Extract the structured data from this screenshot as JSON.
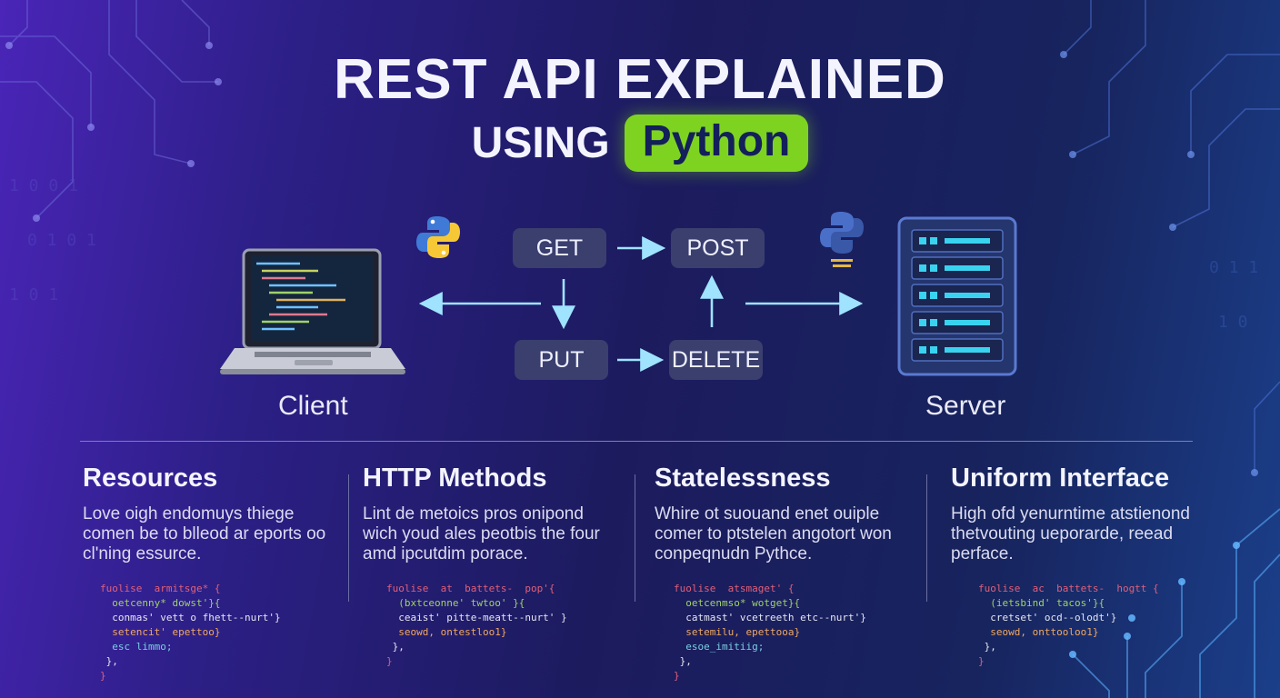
{
  "header": {
    "title": "REST API EXPLAINED",
    "subtitle_prefix": "USING",
    "subtitle_highlight": "Python"
  },
  "diagram": {
    "client_label": "Client",
    "server_label": "Server",
    "methods": {
      "get": "GET",
      "post": "POST",
      "put": "PUT",
      "delete": "DELETE"
    }
  },
  "columns": [
    {
      "title": "Resources",
      "lines": [
        "Love oigh endomuys thiege",
        "comen be to blleod ar eports oo",
        "cl'ning essurce."
      ],
      "code": [
        "fuolise  armitsge* {",
        "  oetcenny* dowst'}{",
        "  conmas' vett o fhett--nurt'}",
        "  setencit' epettoo}",
        "  esc limmo;",
        " },",
        "}"
      ]
    },
    {
      "title": "HTTP Methods",
      "lines": [
        "Lint de metoics pros onipond",
        "wich youd ales peotbis the four",
        "amd ipcutdim porace."
      ],
      "code": [
        "fuolise  at  battets-  pop'{",
        "  (bxtceonne' twtoo' }{",
        "  ceaist' pitte-meatt--nurt' }",
        "  seowd, ontestloo1}",
        " },",
        "}"
      ]
    },
    {
      "title": "Statelessness",
      "lines": [
        "Whire ot suouand enet ouiple",
        "comer to ptstelen angotort won",
        "conpeqnudn Pythce."
      ],
      "code": [
        "fuolise  atsmaget' {",
        "  oetcenmso* wotget}{",
        "  catmast' vcetreeth etc--nurt'}",
        "  setemilu, epettooa}",
        "  esoe_imitiig;",
        " },",
        "}"
      ]
    },
    {
      "title": "Uniform Interface",
      "lines": [
        "High ofd yenurntime atstienond",
        "thetvouting ueporarde, reead",
        "perface."
      ],
      "code": [
        "fuolise  ac  battets-  hogtt {",
        "  (ietsbind' tacos'}{",
        "  cretset' ocd--olodt'}",
        "  seowd, onttooloo1}",
        " },",
        "}"
      ]
    }
  ],
  "colors": {
    "accent_green": "#7ed321",
    "arrow": "#9fe3ff",
    "method_box": "#3a3f6e",
    "server_led": "#39d3f0"
  },
  "icons": [
    "laptop-icon",
    "python-logo-icon",
    "server-rack-icon",
    "circuit-decoration"
  ]
}
